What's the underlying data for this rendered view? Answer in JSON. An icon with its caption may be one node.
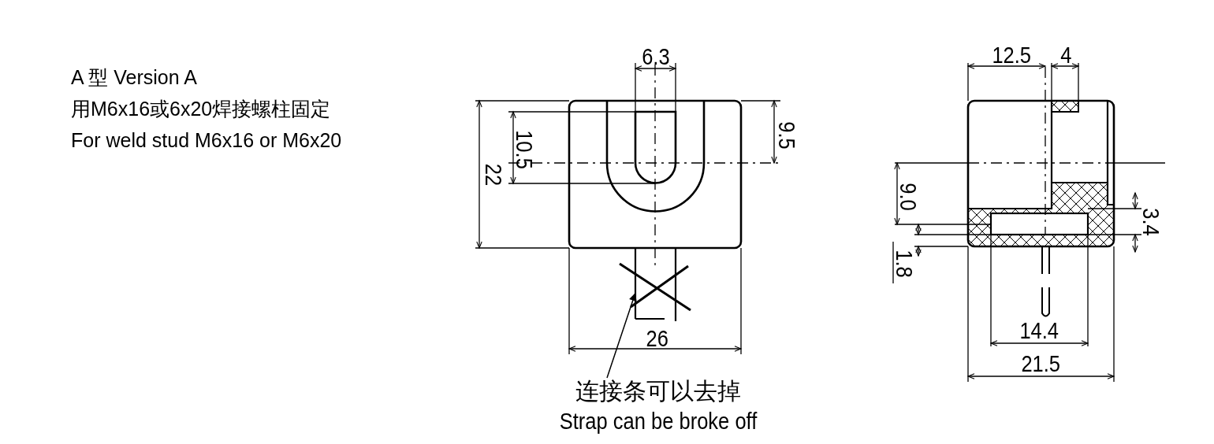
{
  "diagram": {
    "nodes": [
      {
        "text": [
          "连接条可以去掉",
          "Strap can be broke off"
        ]
      },
      {
        "text": [],
        "shape": "bar"
      }
    ],
    "edges": [
      {
        "from": 0,
        "to": 1,
        "arrow": "to"
      }
    ],
    "labels": [
      "A 型 Version A",
      "用M6x16或6x20焊接螺柱固定",
      "For weld stud M6x16 or M6x20",
      "6.3",
      "22",
      "10.5",
      "9.5",
      "26",
      "12.5",
      "4",
      "9.0",
      "1.8",
      "3.4",
      "14.4",
      "21.5"
    ]
  }
}
